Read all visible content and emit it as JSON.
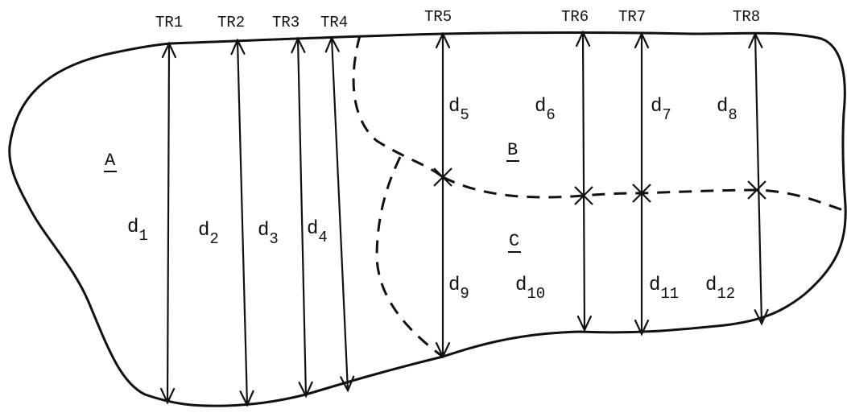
{
  "transects": [
    {
      "id": "TR1",
      "label": "TR1"
    },
    {
      "id": "TR2",
      "label": "TR2"
    },
    {
      "id": "TR3",
      "label": "TR3"
    },
    {
      "id": "TR4",
      "label": "TR4"
    },
    {
      "id": "TR5",
      "label": "TR5"
    },
    {
      "id": "TR6",
      "label": "TR6"
    },
    {
      "id": "TR7",
      "label": "TR7"
    },
    {
      "id": "TR8",
      "label": "TR8"
    }
  ],
  "distances": [
    {
      "letter": "d",
      "sub": "1"
    },
    {
      "letter": "d",
      "sub": "2"
    },
    {
      "letter": "d",
      "sub": "3"
    },
    {
      "letter": "d",
      "sub": "4"
    },
    {
      "letter": "d",
      "sub": "5"
    },
    {
      "letter": "d",
      "sub": "6"
    },
    {
      "letter": "d",
      "sub": "7"
    },
    {
      "letter": "d",
      "sub": "8"
    },
    {
      "letter": "d",
      "sub": "9"
    },
    {
      "letter": "d",
      "sub": "10"
    },
    {
      "letter": "d",
      "sub": "11"
    },
    {
      "letter": "d",
      "sub": "12"
    }
  ],
  "regions": [
    {
      "id": "A",
      "label": "A"
    },
    {
      "id": "B",
      "label": "B"
    },
    {
      "id": "C",
      "label": "C"
    }
  ]
}
